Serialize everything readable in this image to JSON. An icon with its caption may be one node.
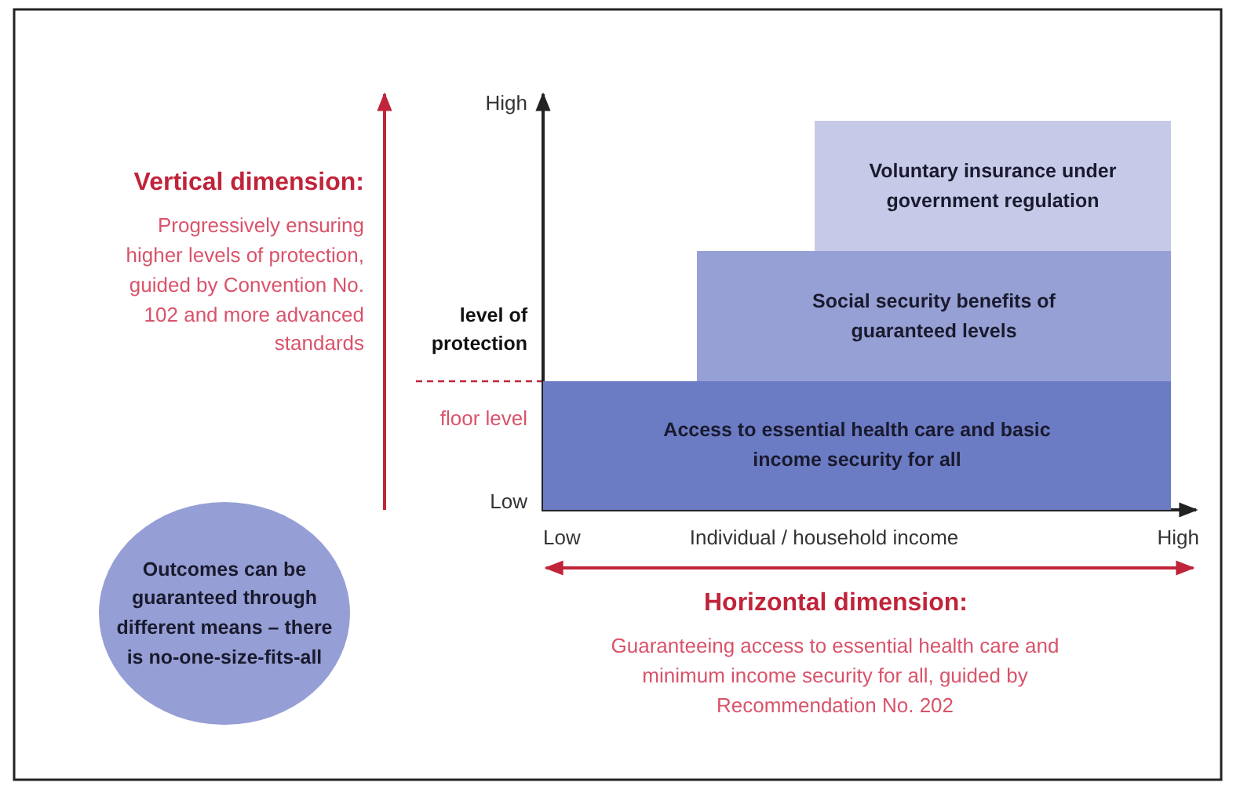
{
  "diagram": {
    "nodes": [
      {
        "text": [
          "Voluntary insurance under government regulation"
        ]
      },
      {
        "text": [
          "Social security benefits of guaranteed levels"
        ]
      },
      {
        "text": [
          "Access to essential health care and basic income security for all"
        ]
      },
      {
        "text": [
          "Outcomes can be guaranteed through different means – there is no-one-size-fits-all"
        ]
      }
    ],
    "labels": [
      "Vertical dimension:",
      "Progressively ensuring higher levels of protection, guided by Convention No. 102 and more advanced standards",
      "High",
      "level of protection",
      "floor level",
      "Low",
      "Low",
      "Individual / household income",
      "High",
      "Horizontal dimension:",
      "Guaranteeing access to essential health care and minimum income security for all, guided by Recommendation No. 202"
    ]
  }
}
